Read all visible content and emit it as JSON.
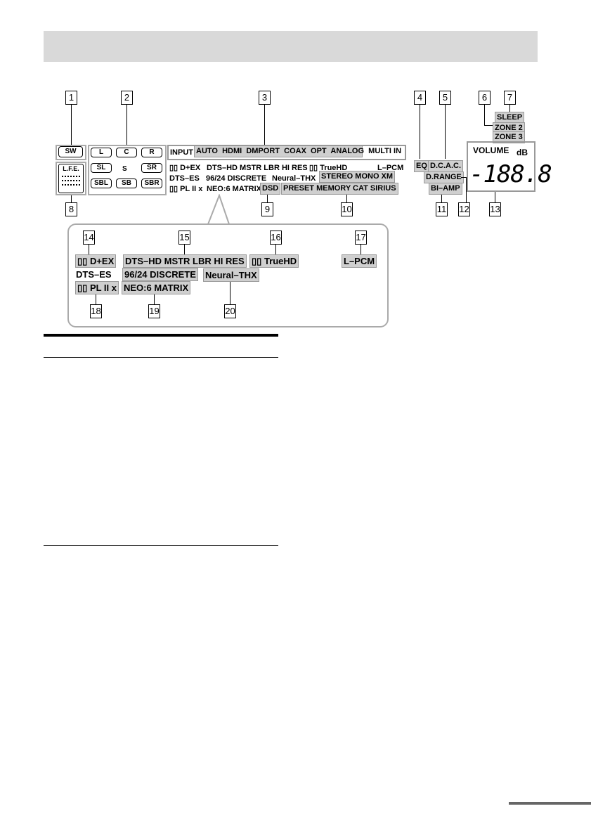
{
  "header": {
    "title": ""
  },
  "callouts": [
    "1",
    "2",
    "3",
    "4",
    "5",
    "6",
    "7",
    "8",
    "9",
    "10",
    "11",
    "12",
    "13",
    "14",
    "15",
    "16",
    "17",
    "18",
    "19",
    "20"
  ],
  "speakers": {
    "sw": "SW",
    "lfe": "L.F.E.",
    "l": "L",
    "c": "C",
    "r": "R",
    "sl": "SL",
    "s": "S",
    "sr": "SR",
    "sbl": "SBL",
    "sb": "SB",
    "sbr": "SBR"
  },
  "inputs": {
    "input": "INPUT",
    "auto": "AUTO",
    "hdmi": "HDMI",
    "dmport": "DMPORT",
    "coax": "COAX",
    "opt": "OPT",
    "analog": "ANALOG",
    "multi_in": "MULTI IN"
  },
  "formats": {
    "dplus_ex": "D+EX",
    "dts_hd": "DTS–HD MSTR  LBR  HI RES",
    "truehd": "TrueHD",
    "lpcm": "L–PCM",
    "dts_es": "DTS–ES",
    "discrete": "96/24  DISCRETE",
    "neural": "Neural–THX",
    "stereo": "STEREO  MONO  XM",
    "pl2x": "PL II x",
    "neo6": "NEO:6  MATRIX",
    "dsd": "DSD",
    "preset": "PRESET MEMORY CAT SIRIUS"
  },
  "right": {
    "eq": "EQ",
    "dcac": "D.C.A.C.",
    "drange": "D.RANGE",
    "biamp": "BI–AMP",
    "sleep": "SLEEP",
    "zone2": "ZONE 2",
    "zone3": "ZONE 3",
    "volume": "VOLUME",
    "db": "dB",
    "digits": "-188.8"
  },
  "detail": {
    "dplus_ex": "D+EX",
    "dts_hd": "DTS–HD MSTR  LBR  HI RES",
    "truehd": "TrueHD",
    "lpcm": "L–PCM",
    "dts_es": "DTS–ES",
    "discrete": "96/24  DISCRETE",
    "pl2x": "PL II x",
    "neo6": "NEO:6  MATRIX",
    "neural": "Neural–THX"
  }
}
